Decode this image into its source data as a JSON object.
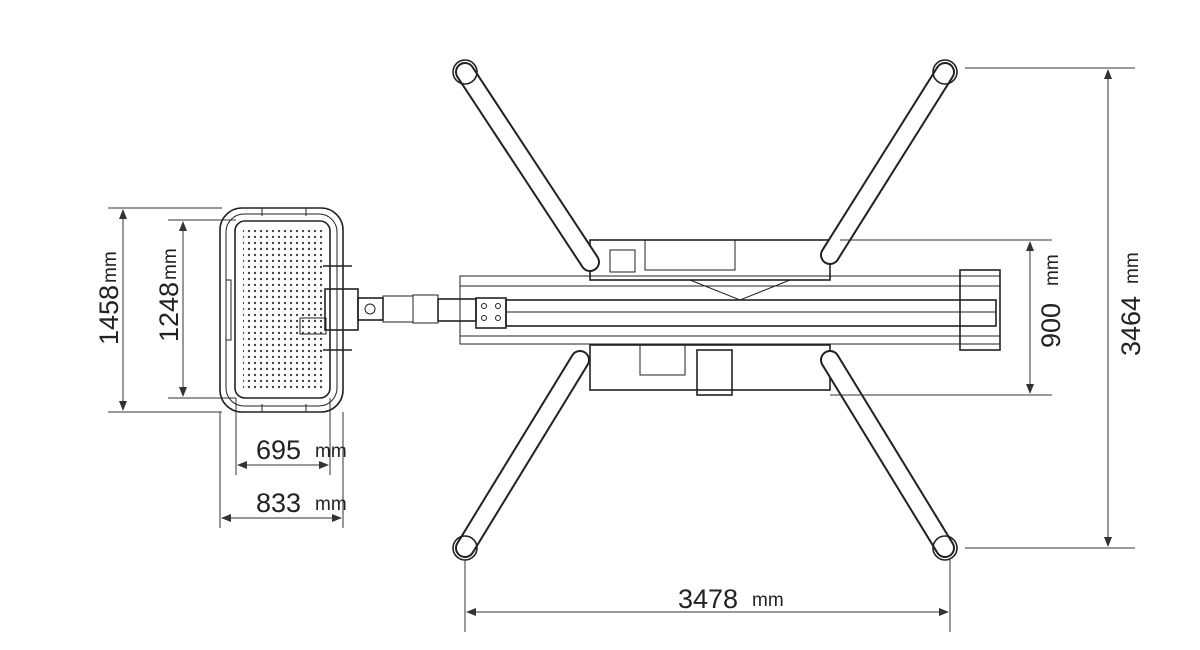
{
  "dimensions": {
    "platform_length": {
      "value": "1458",
      "unit": "mm"
    },
    "platform_inner_length": {
      "value": "1248",
      "unit": "mm"
    },
    "platform_inner_width": {
      "value": "695",
      "unit": "mm"
    },
    "platform_width": {
      "value": "833",
      "unit": "mm"
    },
    "chassis_width": {
      "value": "900",
      "unit": "mm"
    },
    "outrigger_span_height": {
      "value": "3464",
      "unit": "mm"
    },
    "outrigger_span_width": {
      "value": "3478",
      "unit": "mm"
    }
  }
}
